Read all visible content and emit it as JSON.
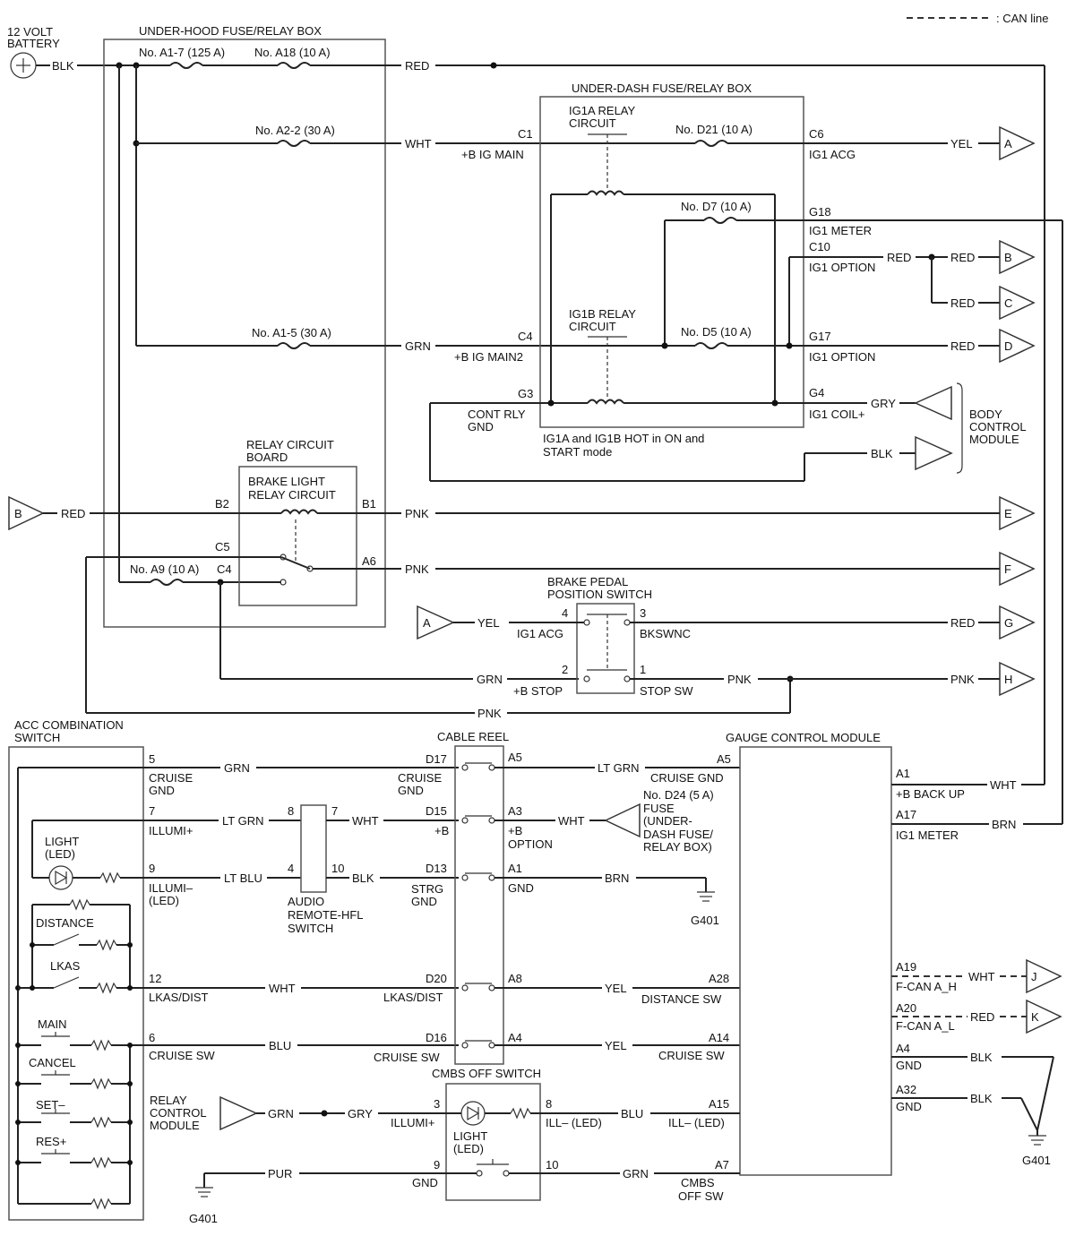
{
  "legend": {
    "can_line": ": CAN line"
  },
  "battery": {
    "label1": "12 VOLT",
    "label2": "BATTERY",
    "wire": "BLK"
  },
  "underhood": {
    "title": "UNDER-HOOD FUSE/RELAY BOX",
    "fuse_a17": "No. A1-7 (125 A)",
    "fuse_a18": "No. A18 (10 A)",
    "fuse_a22": "No. A2-2 (30 A)",
    "fuse_a15": "No. A1-5 (30 A)",
    "fuse_a9": "No. A9 (10 A)",
    "wire_red": "RED",
    "wire_wht": "WHT",
    "wire_grn": "GRN"
  },
  "underdash": {
    "title": "UNDER-DASH FUSE/RELAY BOX",
    "ig1a": "IG1A RELAY",
    "ig1a2": "CIRCUIT",
    "ig1b": "IG1B RELAY",
    "ig1b2": "CIRCUIT",
    "fuse_d21": "No. D21 (10 A)",
    "fuse_d7": "No. D7 (10 A)",
    "fuse_d5": "No. D5 (10 A)",
    "c1": "C1",
    "c1_name": "+B IG MAIN",
    "c4": "C4",
    "c4_name": "+B IG MAIN2",
    "g3": "G3",
    "g3_name1": "CONT RLY",
    "g3_name2": "GND",
    "c6": "C6",
    "c6_name": "IG1 ACG",
    "g18": "G18",
    "g18_name": "IG1 METER",
    "c10": "C10",
    "c10_name": "IG1 OPTION",
    "g17": "G17",
    "g17_name": "IG1 OPTION",
    "g4": "G4",
    "g4_name": "IG1 COIL+",
    "note1": "IG1A and IG1B HOT in ON and",
    "note2": "START mode",
    "wire_yel": "YEL",
    "wire_red1": "RED",
    "wire_red2": "RED",
    "wire_red3": "RED",
    "wire_red4": "RED",
    "wire_gry": "GRY",
    "wire_blk": "BLK"
  },
  "bcm": {
    "l1": "BODY",
    "l2": "CONTROL",
    "l3": "MODULE"
  },
  "relay_board": {
    "title1": "RELAY CIRCUIT",
    "title2": "BOARD",
    "inner1": "BRAKE LIGHT",
    "inner2": "RELAY CIRCUIT",
    "b2": "B2",
    "b1": "B1",
    "c5": "C5",
    "c4": "C4",
    "a6": "A6",
    "wire_red": "RED",
    "wire_pnk1": "PNK",
    "wire_pnk2": "PNK"
  },
  "brake_switch": {
    "title1": "BRAKE PEDAL",
    "title2": "POSITION SWITCH",
    "p4": "4",
    "p3": "3",
    "p2": "2",
    "p1": "1",
    "n4": "IG1 ACG",
    "n3": "BKSWNC",
    "n2": "+B STOP",
    "n1": "STOP SW",
    "wire_yel": "YEL",
    "wire_red": "RED",
    "wire_grn": "GRN",
    "wire_pnk1": "PNK",
    "wire_pnk2": "PNK",
    "wire_pnk3": "PNK"
  },
  "connectors": {
    "a": "A",
    "b": "B",
    "c": "C",
    "d": "D",
    "e": "E",
    "f": "F",
    "g": "G",
    "h": "H",
    "j": "J",
    "k": "K",
    "b_in": "B",
    "a_in": "A"
  },
  "acc_switch": {
    "title1": "ACC COMBINATION",
    "title2": "SWITCH",
    "light1": "LIGHT",
    "light2": "(LED)",
    "distance": "DISTANCE",
    "lkas": "LKAS",
    "main": "MAIN",
    "cancel": "CANCEL",
    "set": "SET–",
    "res": "RES+",
    "p5": "5",
    "p5n1": "CRUISE",
    "p5n2": "GND",
    "p7": "7",
    "p7n": "ILLUMI+",
    "p9": "9",
    "p9n1": "ILLUMI–",
    "p9n2": "(LED)",
    "p12": "12",
    "p12n": "LKAS/DIST",
    "p6": "6",
    "p6n": "CRUISE SW",
    "w_grn": "GRN",
    "w_ltgrn": "LT GRN",
    "w_ltblu": "LT BLU",
    "w_wht": "WHT",
    "w_blu": "BLU"
  },
  "audio": {
    "p8": "8",
    "p7": "7",
    "p4": "4",
    "p10": "10",
    "n1": "AUDIO",
    "n2": "REMOTE-HFL",
    "n3": "SWITCH",
    "w_wht": "WHT",
    "w_blk": "BLK"
  },
  "cable_reel": {
    "title": "CABLE REEL",
    "d17": "D17",
    "d17n1": "CRUISE",
    "d17n2": "GND",
    "d15": "D15",
    "d15n": "+B",
    "d13": "D13",
    "d13n1": "STRG",
    "d13n2": "GND",
    "d20": "D20",
    "d20n": "LKAS/DIST",
    "d16": "D16",
    "d16n": "CRUISE SW",
    "a5": "A5",
    "a3": "A3",
    "a3n1": "+B",
    "a3n2": "OPTION",
    "a1": "A1",
    "a1n": "GND",
    "a8": "A8",
    "a4": "A4"
  },
  "right_wires": {
    "ltgrn": "LT GRN",
    "wht": "WHT",
    "brn": "BRN",
    "yel1": "YEL",
    "yel2": "YEL",
    "fuse1": "No. D24 (5 A)",
    "fuse2": "FUSE",
    "fuse3": "(UNDER-",
    "fuse4": "DASH FUSE/",
    "fuse5": "RELAY BOX)",
    "g401": "G401"
  },
  "gcm": {
    "title": "GAUGE CONTROL MODULE",
    "a5": "A5",
    "a5n": "CRUISE GND",
    "a28": "A28",
    "a28n": "DISTANCE SW",
    "a14": "A14",
    "a14n": "CRUISE SW",
    "a15": "A15",
    "a15n": "ILL– (LED)",
    "a7": "A7",
    "a7n1": "CMBS",
    "a7n2": "OFF SW",
    "a1": "A1",
    "a1n": "+B BACK UP",
    "a17": "A17",
    "a17n": "IG1 METER",
    "a19": "A19",
    "a19n": "F-CAN A_H",
    "a20": "A20",
    "a20n": "F-CAN A_L",
    "a4": "A4",
    "a4n": "GND",
    "a32": "A32",
    "a32n": "GND",
    "w_wht": "WHT",
    "w_brn": "BRN",
    "w_wht2": "WHT",
    "w_red": "RED",
    "w_blk1": "BLK",
    "w_blk2": "BLK",
    "g401": "G401"
  },
  "cmbs": {
    "title": "CMBS OFF SWITCH",
    "p3": "3",
    "p3n": "ILLUMI+",
    "p8": "8",
    "p8n": "ILL– (LED)",
    "p9": "9",
    "p9n": "GND",
    "p10": "10",
    "light1": "LIGHT",
    "light2": "(LED)",
    "w_gry": "GRY",
    "w_blu": "BLU",
    "w_grn": "GRN",
    "w_pur": "PUR"
  },
  "relay_ctrl": {
    "l1": "RELAY",
    "l2": "CONTROL",
    "l3": "MODULE",
    "wire": "GRN",
    "g401": "G401"
  }
}
